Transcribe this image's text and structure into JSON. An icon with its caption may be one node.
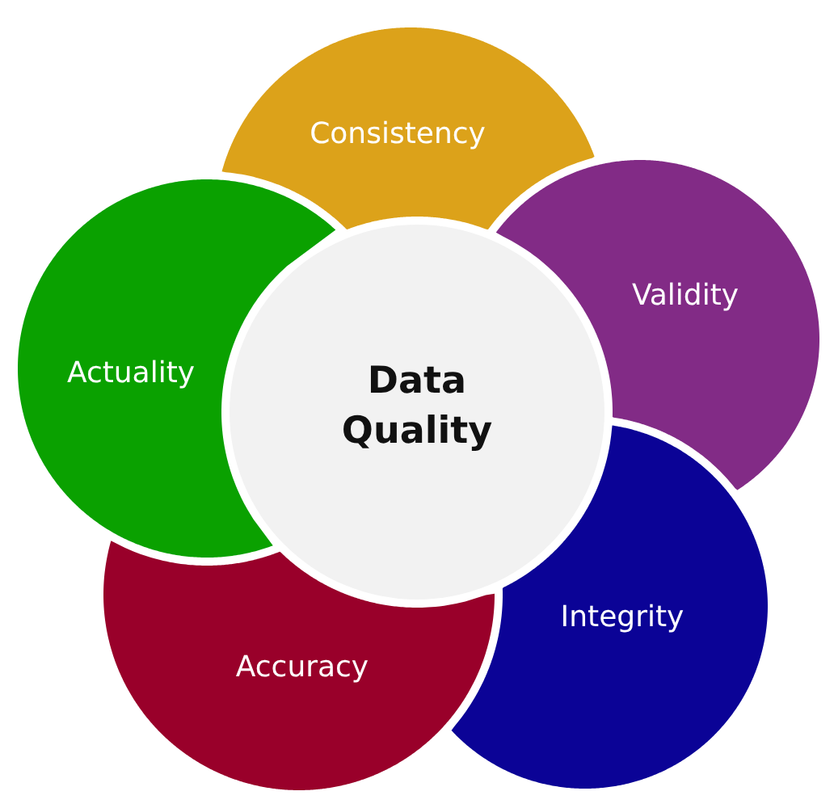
{
  "diagram": {
    "nodes": [
      {
        "text": [
          "Data Quality"
        ]
      },
      {
        "text": [
          "Consistency"
        ]
      },
      {
        "text": [
          "Validity"
        ]
      },
      {
        "text": [
          "Integrity"
        ]
      },
      {
        "text": [
          "Accuracy"
        ]
      },
      {
        "text": [
          "Actuality"
        ]
      }
    ]
  }
}
